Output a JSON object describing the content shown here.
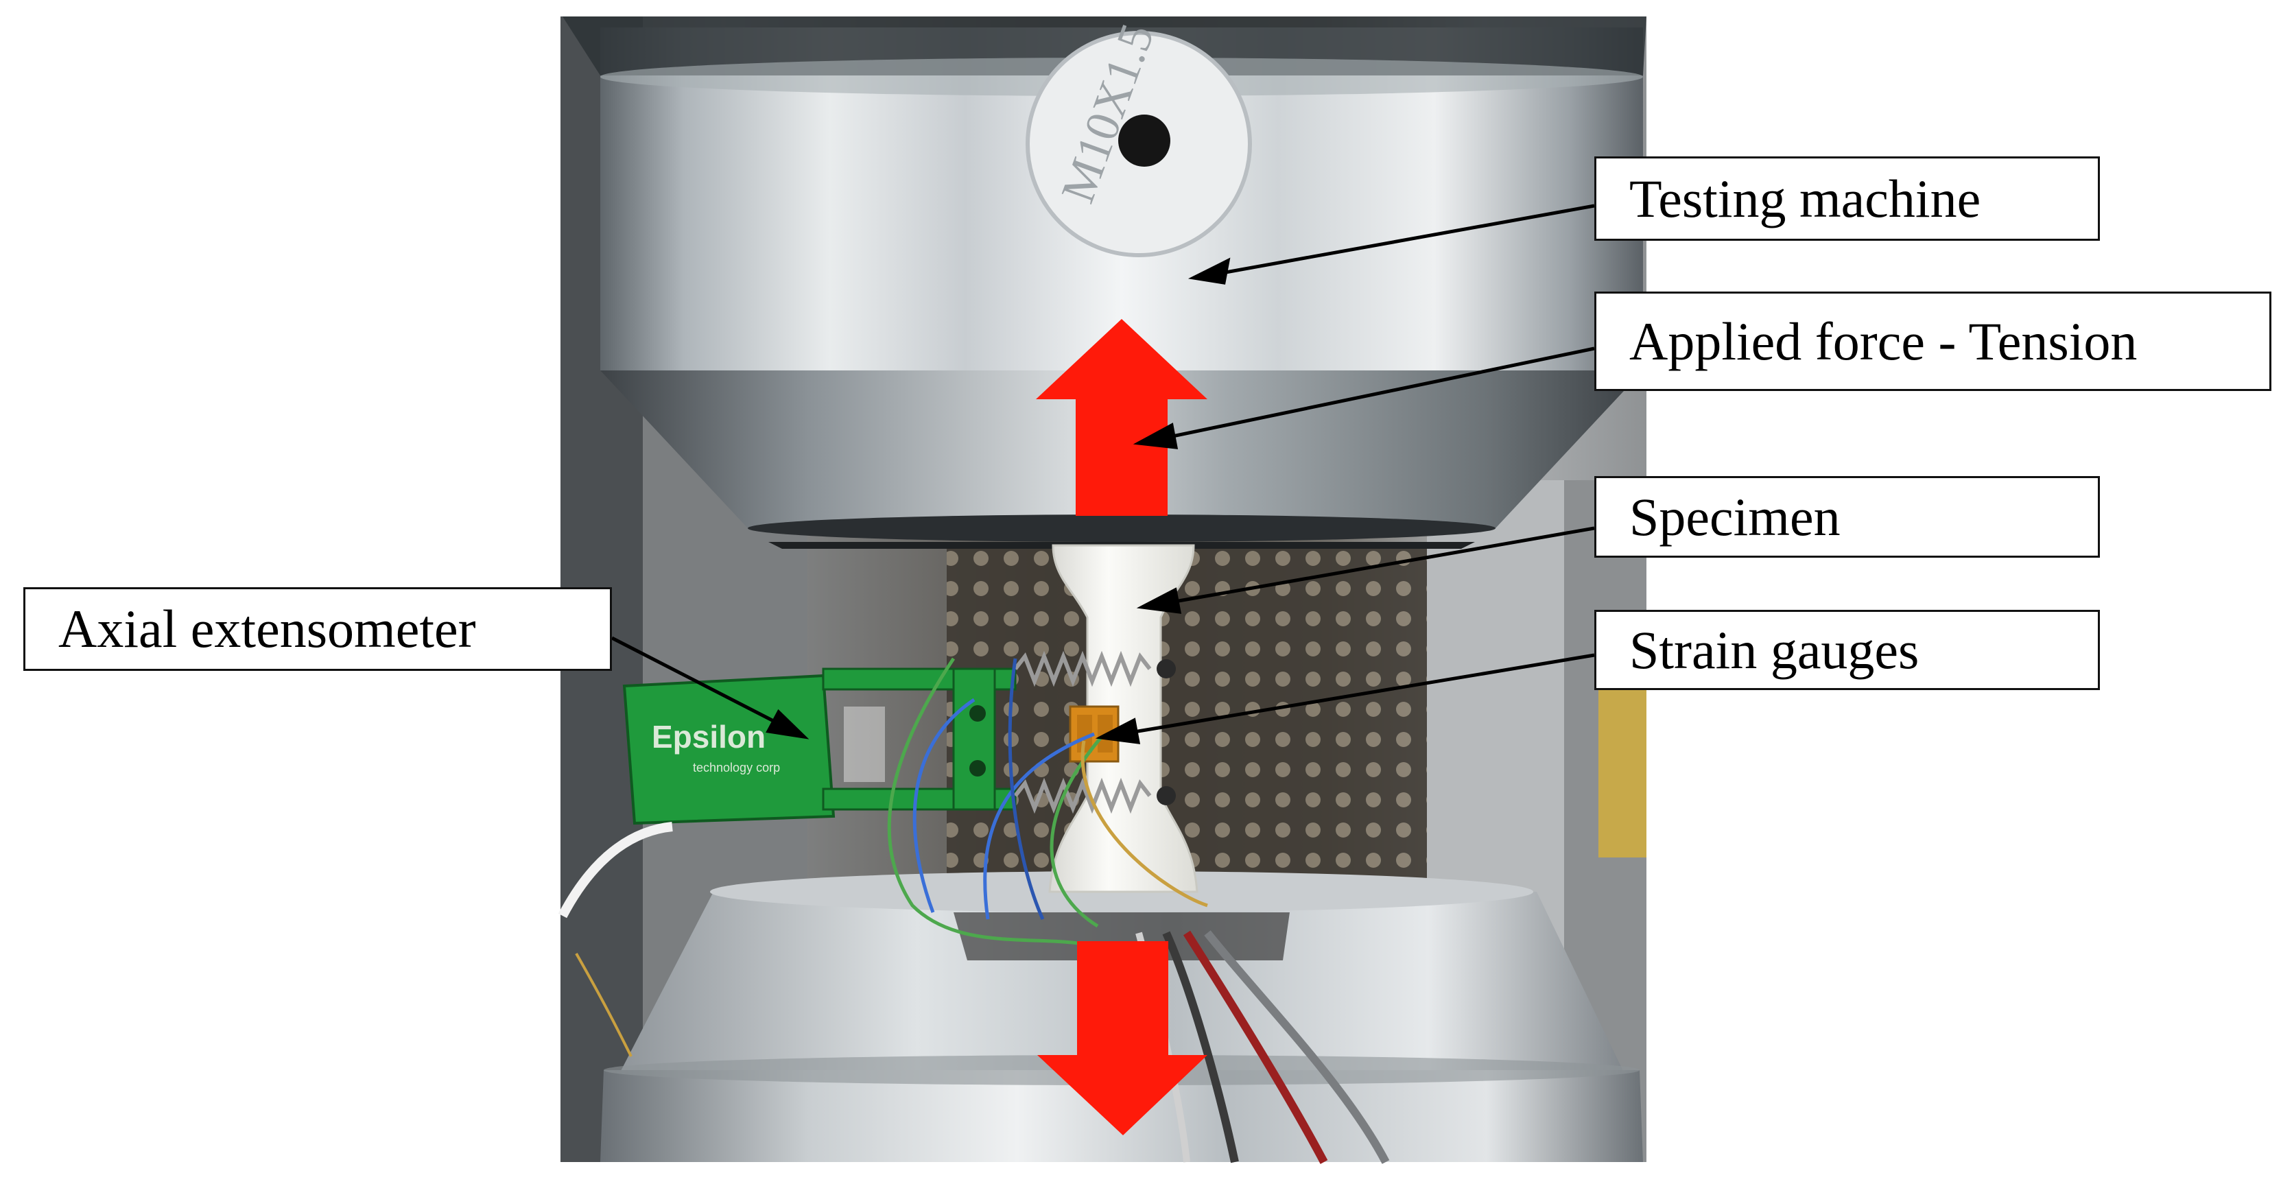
{
  "image": {
    "subject": "tensile test setup",
    "colors": {
      "arrow_red": "#ff1a0a",
      "steel_light": "#e9ecee",
      "steel_dark": "#7d8489",
      "pcb_green": "#1f9a3c",
      "specimen_white": "#f2f2ee",
      "gauge_orange": "#d8891a"
    }
  },
  "extensometer": {
    "logo_text": "Epsilon",
    "logo_sub": "technology corp"
  },
  "clamp": {
    "engraving": "M10X1.5"
  },
  "callouts": {
    "testing_machine": "Testing machine",
    "applied_force": "Applied force - Tension",
    "specimen": "Specimen",
    "strain_gauges": "Strain gauges",
    "axial_extensometer": "Axial extensometer"
  }
}
